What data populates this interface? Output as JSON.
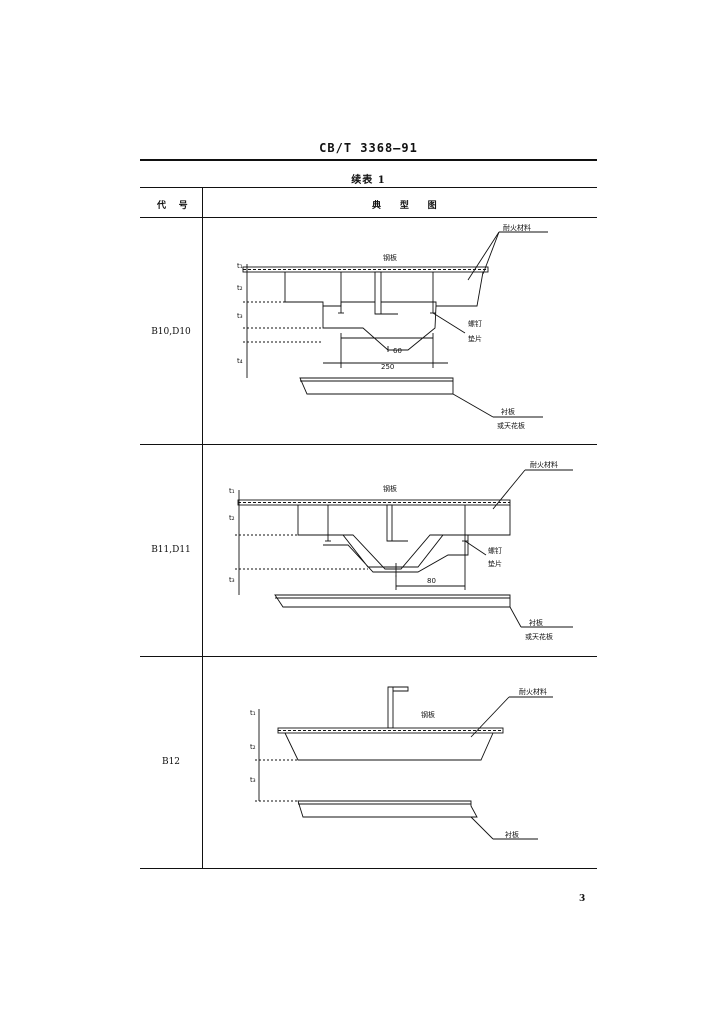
{
  "header": {
    "standard_code": "CB/T 3368—91"
  },
  "table": {
    "title": "续表 1",
    "col_code_1": "代",
    "col_code_2": "号",
    "col_diagram_1": "典",
    "col_diagram_2": "型",
    "col_diagram_3": "图",
    "rows": [
      {
        "code": "B10,D10",
        "labels": {
          "steel_plate": "钢板",
          "fireproof": "耐火材料",
          "stud": "螺钉",
          "washer": "垫片",
          "dim_inner": "60",
          "dim_outer": "250",
          "lining": "衬板",
          "ceiling": "或天花板",
          "t1": "t₁",
          "t2": "t₂",
          "t3": "t₃",
          "t4": "t₄"
        }
      },
      {
        "code": "B11,D11",
        "labels": {
          "steel_plate": "钢板",
          "fireproof": "耐火材料",
          "stud": "螺钉",
          "washer": "垫片",
          "dim": "80",
          "lining": "衬板",
          "ceiling": "或天花板",
          "t1": "t₁",
          "t2": "t₂",
          "t3": "t₃"
        }
      },
      {
        "code": "B12",
        "labels": {
          "steel_plate": "钢板",
          "fireproof": "耐火材料",
          "lining": "衬板",
          "t1": "t₁",
          "t2": "t₂",
          "t3": "t₃"
        }
      }
    ]
  },
  "footer": {
    "page_number": "3"
  }
}
